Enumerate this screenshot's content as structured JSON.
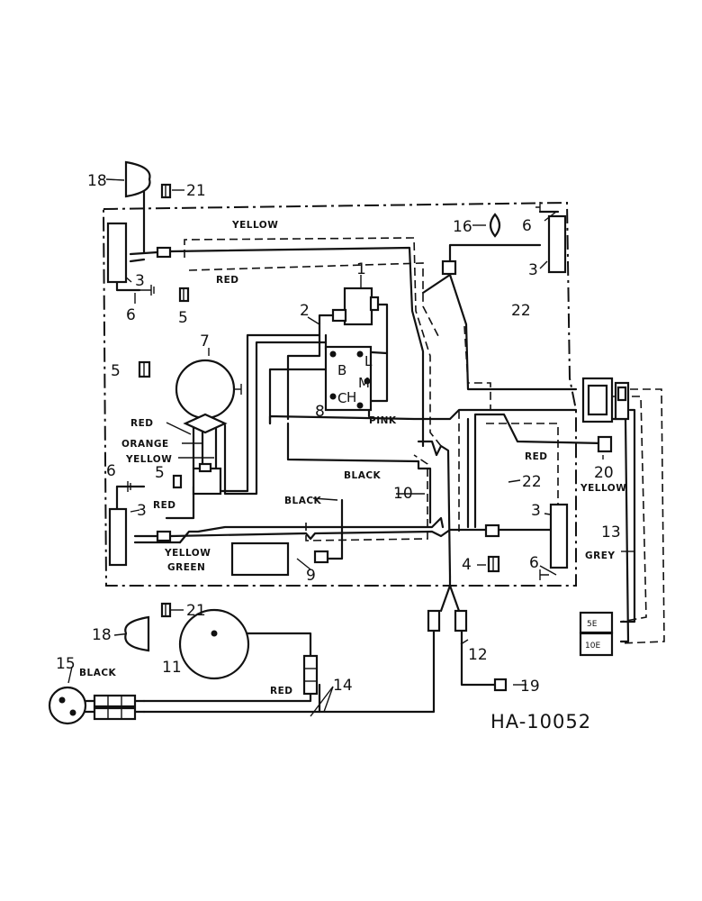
{
  "drawing_id": "HA-10052",
  "callouts": {
    "c1": "1",
    "c2": "2",
    "c3a": "3",
    "c3b": "3",
    "c3c": "3",
    "c3d": "3",
    "c4": "4",
    "c5a": "5",
    "c5b": "5",
    "c5c": "5",
    "c6a": "6",
    "c6b": "6",
    "c6c": "6",
    "c6d": "6",
    "c7": "7",
    "c8": "8",
    "c9": "9",
    "c10": "10",
    "c11": "11",
    "c12": "12",
    "c13": "13",
    "c14": "14",
    "c15": "15",
    "c16": "16",
    "c18a": "18",
    "c18b": "18",
    "c19": "19",
    "c20": "20",
    "c21a": "21",
    "c21b": "21",
    "c22a": "22",
    "c22b": "22"
  },
  "wire_labels": {
    "yellow_top": "YELLOW",
    "red_top": "RED",
    "red_left": "RED",
    "orange_left": "ORANGE",
    "yellow_left": "YELLOW",
    "red_lower": "RED",
    "yellow_green_1": "YELLOW",
    "yellow_green_2": "GREEN",
    "black_center": "BLACK",
    "black_left": "BLACK",
    "pink": "PINK",
    "red_right": "RED",
    "yellow_right": "YELLOW",
    "grey": "GREY",
    "red_bottom": "RED",
    "black_bottom": "BLACK"
  },
  "switch_terminals": {
    "B": "B",
    "L": "L",
    "M": "M",
    "C": "C",
    "H": "H"
  },
  "fuse_labels": {
    "f1": "5E",
    "f2": "10E"
  }
}
